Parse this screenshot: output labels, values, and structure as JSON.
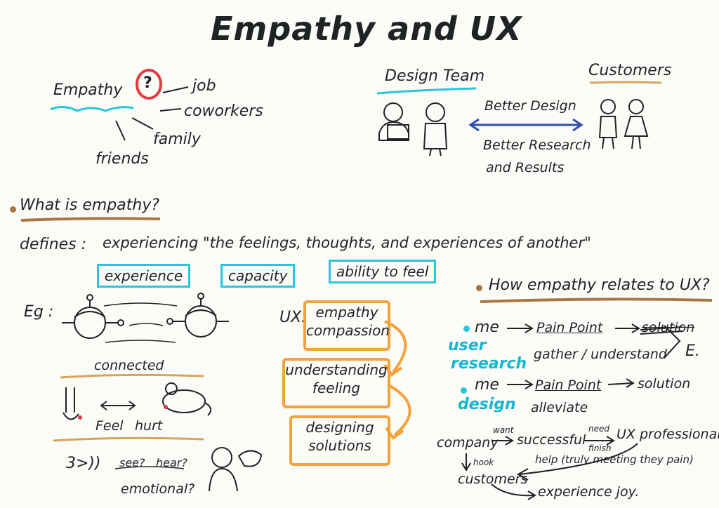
{
  "title": "Empathy and UX",
  "mindmap": {
    "center": "Empathy",
    "question_mark": "?",
    "branches": [
      "job",
      "coworkers",
      "family",
      "friends"
    ]
  },
  "team_diagram": {
    "design_team": "Design Team",
    "customers": "Customers",
    "arrow_label_top": "Better Design",
    "arrow_label_bottom_line1": "Better Research",
    "arrow_label_bottom_line2": "and Results"
  },
  "what_is": {
    "heading": "What is empathy?",
    "definition_prefix": "defines :",
    "definition_text": "experiencing \"the feelings, thoughts, and experiences of another\"",
    "keywords": [
      "experience",
      "capacity",
      "ability to feel"
    ]
  },
  "example": {
    "eg_label": "Eg :",
    "connected_label": "connected",
    "feel_label": "Feel",
    "hurt_label": "hurt",
    "sound_marks": "3>))",
    "see_label": "see?",
    "hear_label": "hear?",
    "emotional_label": "emotional?"
  },
  "ux_flow": {
    "prefix": "UX:",
    "steps": [
      {
        "line1": "empathy",
        "line2": "compassion"
      },
      {
        "line1": "understanding",
        "line2": "feeling"
      },
      {
        "line1": "designing",
        "line2": "solutions"
      }
    ]
  },
  "how_relates": {
    "heading": "How empathy relates to UX?",
    "row1": {
      "actor": "me",
      "pain": "Pain Point",
      "solution_struck": "solution",
      "sub": "gather / understand"
    },
    "user_research_line1": "user",
    "user_research_line2": "research",
    "brace_label": "E.",
    "row2": {
      "actor": "me",
      "pain": "Pain Point",
      "solution": "solution",
      "sub": "alleviate"
    },
    "design_label": "design",
    "company": "company",
    "want": "want",
    "successful": "successful",
    "need": "need",
    "finish": "finish",
    "ux_professional": "UX professional",
    "hook": "hook",
    "customers": "customers",
    "help": "help (truly meeting they pain)",
    "experience_joy": "experience joy."
  },
  "colors": {
    "ink": "#1f2326",
    "cyan": "#27c6dc",
    "orange": "#f1a23a",
    "brown": "#a8773f",
    "tan": "#d9a35a",
    "blue_arrow": "#2f4fae",
    "red": "#e23b3b"
  }
}
